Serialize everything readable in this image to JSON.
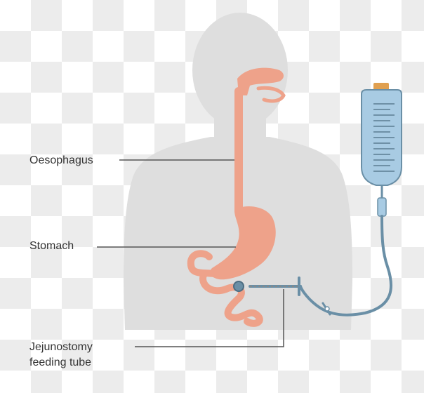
{
  "diagram": {
    "labels": {
      "oesophagus": "Oesophagus",
      "stomach": "Stomach",
      "jejunostomy_line1": "Jejunostomy",
      "jejunostomy_line2": "feeding tube"
    },
    "colors": {
      "body_silhouette": "#dcdcdc",
      "digestive_tract": "#eea28a",
      "feed_bag": "#9fc4e0",
      "bag_cap": "#e0a050",
      "tube": "#6a8fa6",
      "leader_line": "#555555",
      "checker": "#ececec"
    }
  }
}
